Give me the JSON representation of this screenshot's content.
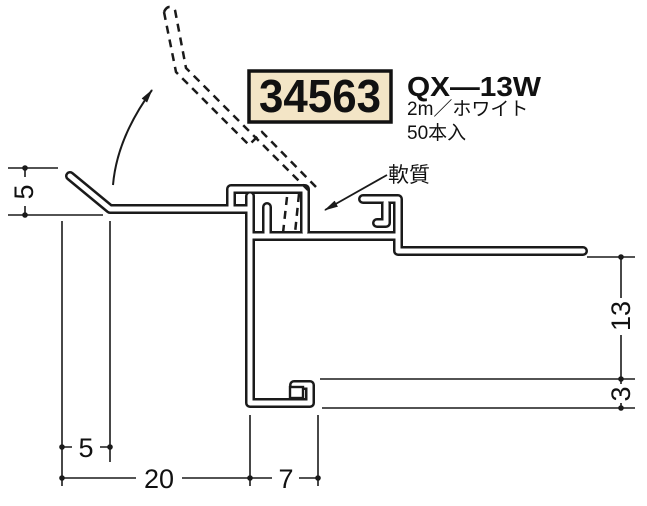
{
  "product": {
    "code": "34563",
    "model": "QX—13W",
    "spec": "2m／ホワイト",
    "quantity": "50本入"
  },
  "callout": {
    "soft_material": "軟質"
  },
  "dimensions": {
    "left_flap_height": "5",
    "bottom_offset": "5",
    "bottom_width": "20",
    "bottom_channel_width": "7",
    "right_height": "13",
    "right_lip_height": "3"
  },
  "colors": {
    "background": "#ffffff",
    "line": "#1a1a1a",
    "code_box_fill": "#f3e5c6",
    "code_box_border": "#111111"
  }
}
